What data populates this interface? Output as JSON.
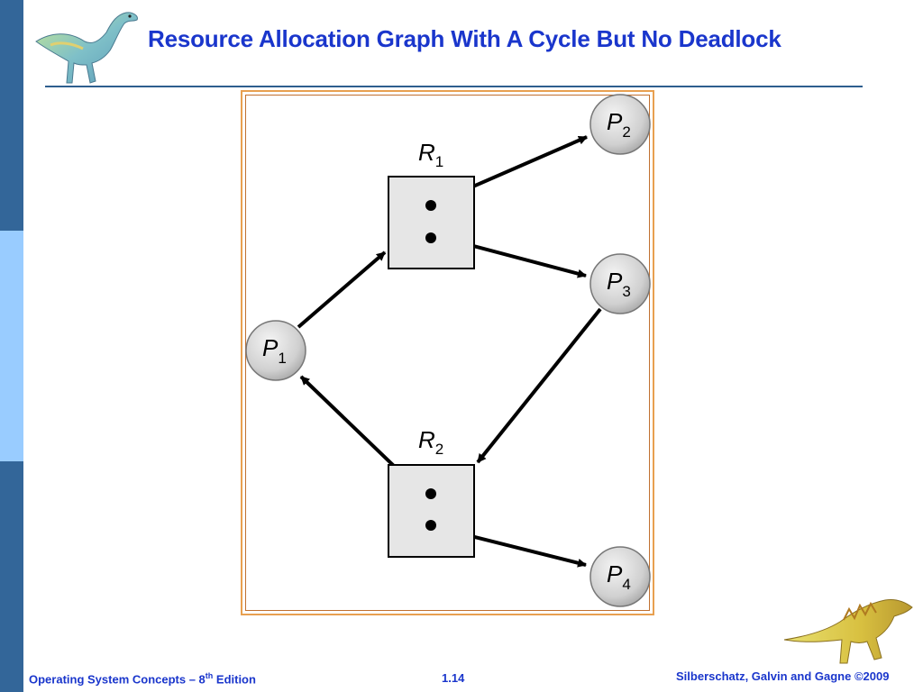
{
  "slide": {
    "title": "Resource Allocation Graph With A Cycle But No Deadlock"
  },
  "footer": {
    "book_prefix": "Operating System Concepts – 8",
    "book_sup": "th",
    "book_suffix": " Edition",
    "page_number": "1.14",
    "copyright": "Silberschatz, Galvin and Gagne ©2009"
  },
  "graph": {
    "processes": [
      {
        "id": "P1",
        "letter": "P",
        "sub": "1"
      },
      {
        "id": "P2",
        "letter": "P",
        "sub": "2"
      },
      {
        "id": "P3",
        "letter": "P",
        "sub": "3"
      },
      {
        "id": "P4",
        "letter": "P",
        "sub": "4"
      }
    ],
    "resources": [
      {
        "id": "R1",
        "letter": "R",
        "sub": "1",
        "instances": 2
      },
      {
        "id": "R2",
        "letter": "R",
        "sub": "2",
        "instances": 2
      }
    ],
    "edges": [
      {
        "from": "P1",
        "to": "R1",
        "kind": "request"
      },
      {
        "from": "R1",
        "to": "P2",
        "kind": "assignment"
      },
      {
        "from": "R1",
        "to": "P3",
        "kind": "assignment"
      },
      {
        "from": "P3",
        "to": "R2",
        "kind": "request"
      },
      {
        "from": "R2",
        "to": "P1",
        "kind": "assignment"
      },
      {
        "from": "R2",
        "to": "P4",
        "kind": "assignment"
      }
    ]
  },
  "colors": {
    "title": "#1a36cc",
    "frame_border": "#e8a050",
    "resource_fill": "#e6e6e6",
    "side_dark": "#336699",
    "side_light": "#99CCFF"
  },
  "icons": [
    "dinosaur-logo-top",
    "dinosaur-logo-bottom"
  ]
}
